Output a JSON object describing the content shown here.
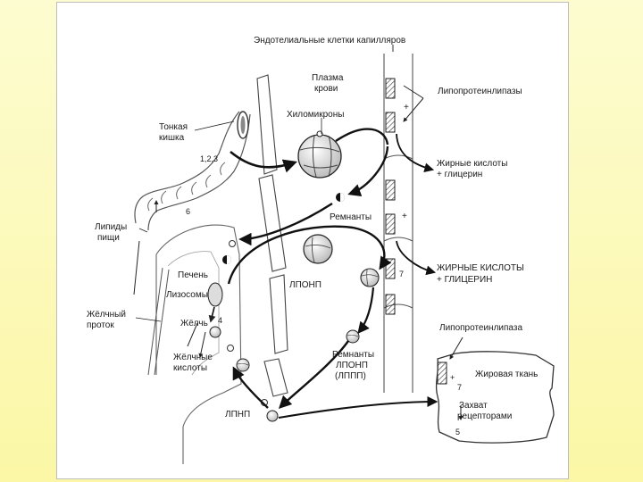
{
  "labels": {
    "endothelium": "Эндотелиальные клетки капилляров",
    "plasma_1": "Плазма",
    "plasma_2": "крови",
    "lpl_top": "Липопротеинлипазы",
    "intestine_1": "Тонкая",
    "intestine_2": "кишка",
    "steps_123": "1,2,3",
    "chylomicrons": "Хиломикроны",
    "fa_glycerol_1_a": "Жирные кислоты",
    "fa_glycerol_1_b": "+ глицерин",
    "food_lipids_1": "Липиды",
    "food_lipids_2": "пищи",
    "remnants": "Ремнанты",
    "fa_glycerol_2_a": "ЖИРНЫЕ КИСЛОТЫ",
    "fa_glycerol_2_b": "+ ГЛИЦЕРИН",
    "liver": "Печень",
    "lysosomes": "Лизосомы",
    "vldl": "ЛПОНП",
    "bile_duct_1": "Жёлчный",
    "bile_duct_2": "проток",
    "bile": "Жёлчь",
    "bile_acids_1": "Жёлчные",
    "bile_acids_2": "кислоты",
    "vldl_remnants_1": "Ремнанты",
    "vldl_remnants_2": "ЛПОНП",
    "vldl_remnants_3": "(ЛППП)",
    "lpl_adipose": "Липопротеинлипаза",
    "adipose": "Жировая ткань",
    "uptake_1": "Захват",
    "uptake_2": "рецепторами",
    "ldl": "ЛПНП",
    "plus_1": "+",
    "plus_2": "+",
    "plus_3": "+",
    "num_4": "4",
    "num_5": "5",
    "num_6": "6",
    "num_7": "7",
    "num_7b": "7"
  }
}
